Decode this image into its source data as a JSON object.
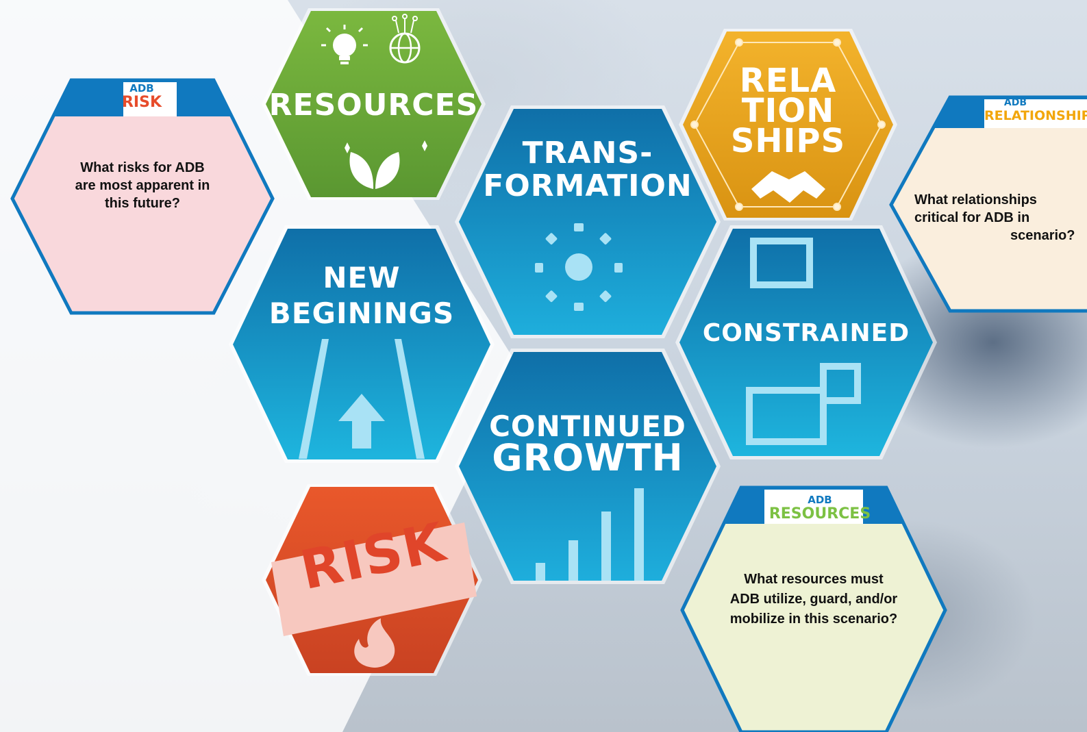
{
  "hexes": {
    "resources": {
      "label": "RESOURCES"
    },
    "relationships": {
      "line1": "RELA",
      "line2": "TION",
      "line3": "SHIPS"
    },
    "transformation": {
      "line1": "TRANS-",
      "line2": "FORMATION"
    },
    "new_beginings": {
      "line1": "NEW",
      "line2": "BEGININGS"
    },
    "constrained": {
      "label": "CONSTRAINED"
    },
    "continued_growth": {
      "line1": "CONTINUED",
      "line2": "GROWTH"
    },
    "risk": {
      "label": "RISK"
    }
  },
  "cards": {
    "risk": {
      "tab_top": "ADB",
      "tab_bottom": "RISK",
      "question_lines": [
        "What risks for ADB",
        "are most apparent in",
        "this future?"
      ]
    },
    "relationship": {
      "tab_top": "ADB",
      "tab_bottom": "RELATIONSHIP",
      "question_lines": [
        "What relationships",
        "critical for ADB in",
        "scenario?"
      ]
    },
    "resources": {
      "tab_top": "ADB",
      "tab_bottom": "RESOURCES",
      "question_lines": [
        "What resources must",
        "ADB utilize, guard, and/or",
        "mobilize in this scenario?"
      ]
    }
  },
  "colors": {
    "blue_dark": "#0f6fa8",
    "blue_light": "#19a6d6",
    "green": "#6aa63a",
    "gold": "#e7a21a",
    "orange": "#e5522a",
    "risk_card_fill": "#f9d8dc",
    "relationship_card_fill": "#faeedd",
    "resources_card_fill": "#eef2d4",
    "card_border": "#1079bf",
    "risk_text": "#e74c2b",
    "relationship_text": "#f2a60b",
    "resources_text": "#7cc143",
    "adb_text": "#1079bf"
  }
}
